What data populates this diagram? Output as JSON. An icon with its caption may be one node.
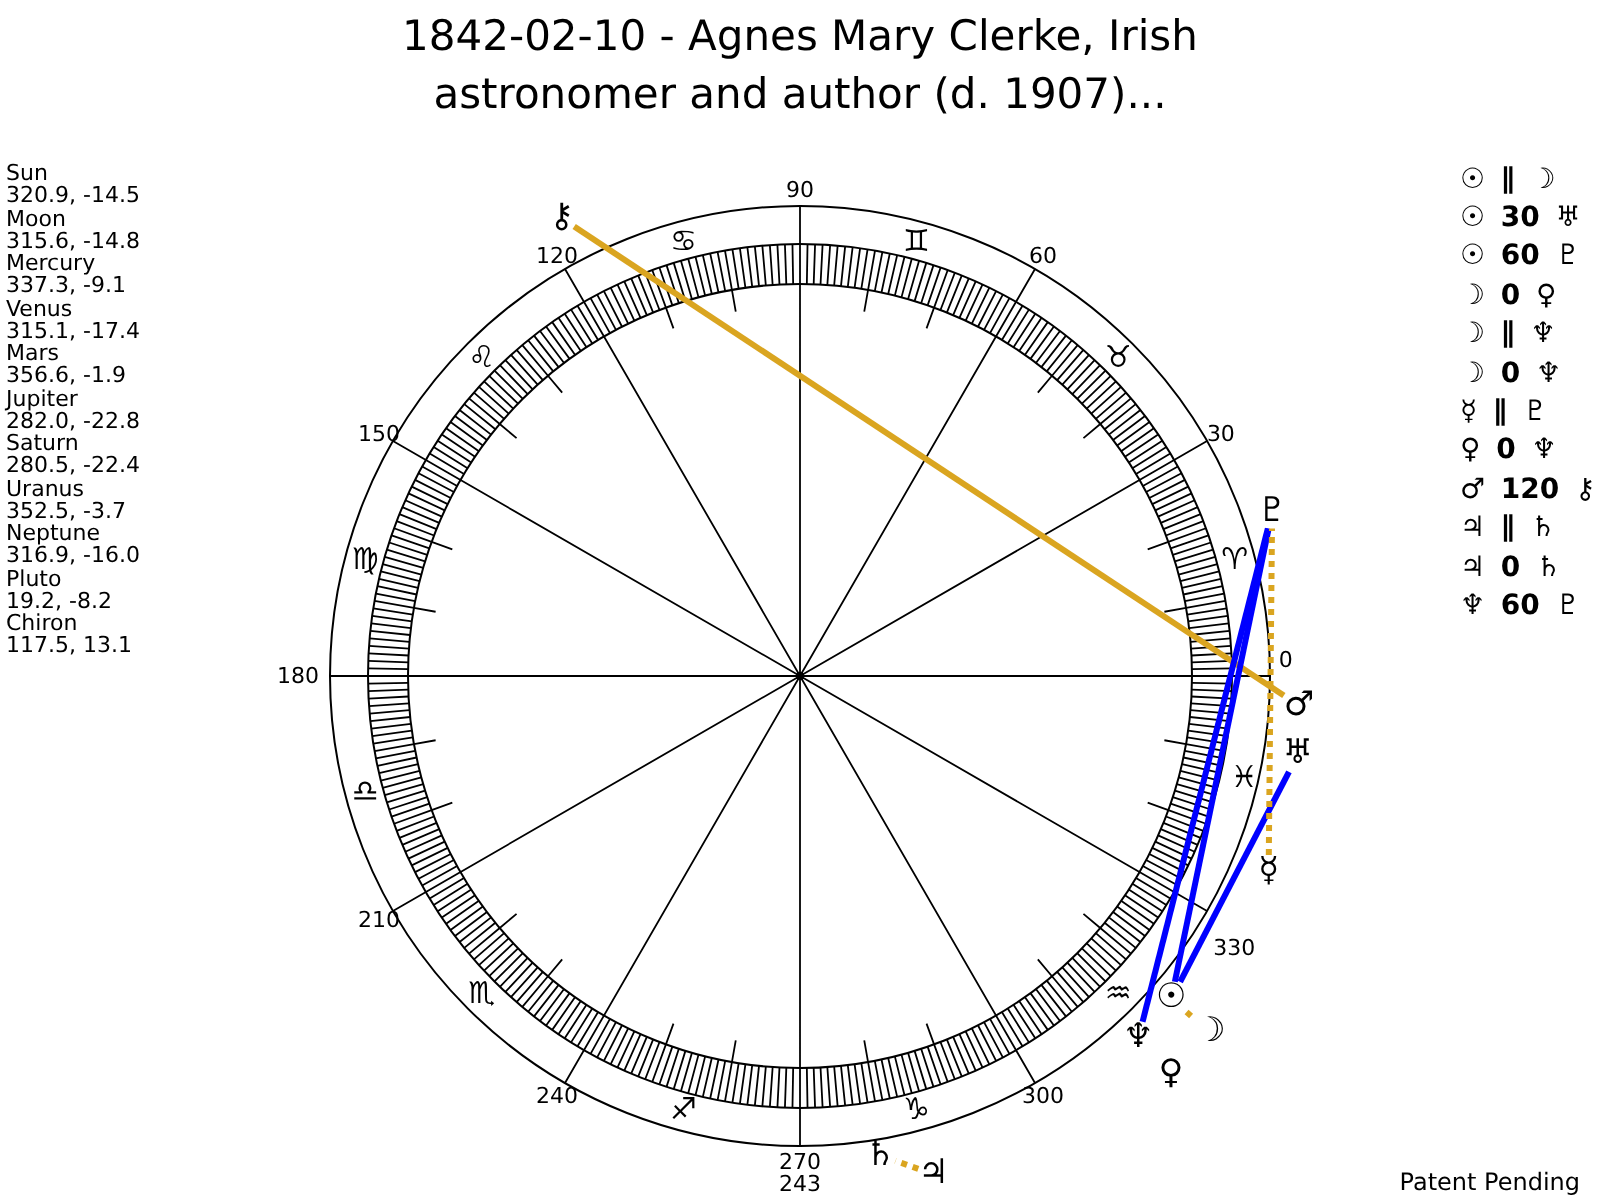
{
  "diagram": {
    "title": "1842-02-10 - Agnes Mary Clerke, Irish astronomer and author (d. 1907)...",
    "nodes": [
      {
        "text": [
          "⚷"
        ]
      },
      {
        "text": [
          "♇"
        ]
      },
      {
        "text": [
          "♂"
        ]
      },
      {
        "text": [
          "♅"
        ]
      },
      {
        "text": [
          "☿"
        ]
      },
      {
        "text": [
          "☉"
        ]
      },
      {
        "text": [
          "♆"
        ]
      },
      {
        "text": [
          "☽"
        ]
      },
      {
        "text": [
          "♄"
        ]
      },
      {
        "text": [
          "♃"
        ]
      }
    ],
    "edges": [
      {
        "from": 2,
        "to": 0,
        "arrow": "none",
        "color": "#daa520"
      },
      {
        "from": 1,
        "to": 5,
        "arrow": "none",
        "color": "#0000ff"
      },
      {
        "from": 1,
        "to": 6,
        "arrow": "none",
        "color": "#0000ff"
      },
      {
        "from": 3,
        "to": 5,
        "arrow": "none",
        "color": "#0000ff"
      },
      {
        "from": 4,
        "to": 1,
        "arrow": "none",
        "style": "dashed",
        "color": "#daa520"
      },
      {
        "from": 5,
        "to": 7,
        "arrow": "none",
        "style": "dashed",
        "color": "#daa520"
      },
      {
        "from": 9,
        "to": 8,
        "arrow": "none",
        "style": "dashed",
        "color": "#daa520"
      }
    ],
    "labels": [
      "Sun",
      "320.9, -14.5",
      "Moon",
      "315.6, -14.8",
      "Mercury",
      "337.3, -9.1",
      "Venus",
      "315.1, -17.4",
      "Mars",
      "356.6, -1.9",
      "Jupiter",
      "282.0, -22.8",
      "Saturn",
      "280.5, -22.4",
      "Uranus",
      "352.5, -3.7",
      "Neptune",
      "316.9, -16.0",
      "Pluto",
      "19.2, -8.2",
      "Chiron",
      "117.5, 13.1",
      "☉ ∥ ☽",
      "☉ 30 ♅",
      "☉ 60 ♇",
      "☽ 0 ♀",
      "☽ ∥ ♆",
      "☽ 0 ♆",
      "☿ ∥ ♇",
      "♀ 0 ♆",
      "♂ 120 ⚷",
      "♃ ∥ ♄",
      "♃ 0 ♄",
      "♆ 60 ♇",
      "0",
      "30",
      "60",
      "90",
      "120",
      "150",
      "180",
      "210",
      "240",
      "270",
      "300",
      "330",
      "243",
      "♈",
      "♉",
      "♊",
      "♋",
      "♌",
      "♍",
      "♎",
      "♏",
      "♐",
      "♑",
      "♒",
      "♓",
      "♀",
      "Patent Pending"
    ]
  }
}
